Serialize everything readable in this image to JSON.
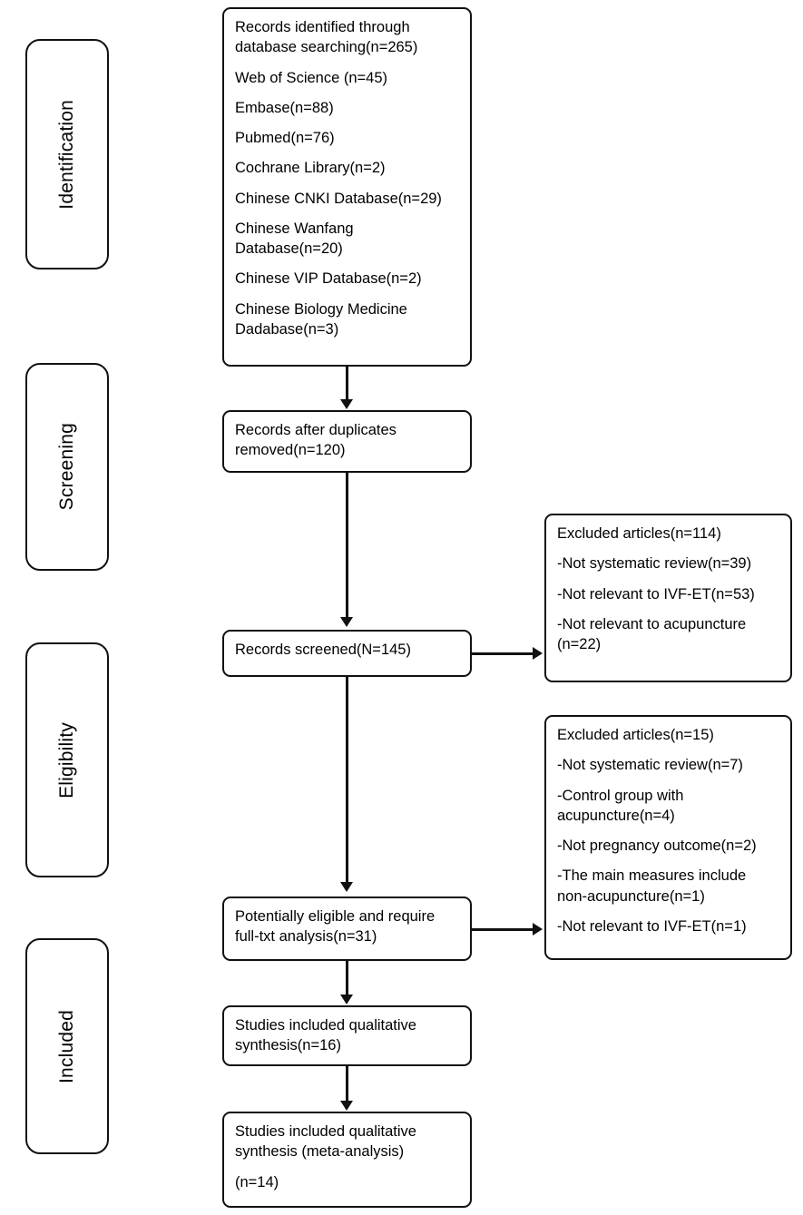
{
  "diagram": {
    "title": "PRISMA study selection flow diagram",
    "line_color": "#111111",
    "background": "#ffffff"
  },
  "phases": [
    {
      "label": "Identification"
    },
    {
      "label": "Screening"
    },
    {
      "label": "Eligibility"
    },
    {
      "label": "Included"
    }
  ],
  "flow_boxes": [
    {
      "id": "identified",
      "lines": [
        "Records identified through\ndatabase searching(n=265)",
        "Web of Science (n=45)",
        "Embase(n=88)",
        "Pubmed(n=76)",
        "Cochrane Library(n=2)",
        "Chinese CNKI Database(n=29)",
        "Chinese Wanfang\nDatabase(n=20)",
        "Chinese VIP Database(n=2)",
        "Chinese Biology Medicine\nDadabase(n=3)"
      ]
    },
    {
      "id": "after-duplicates",
      "lines": [
        "Records after duplicates\nremoved(n=120)"
      ]
    },
    {
      "id": "screened",
      "lines": [
        "Records screened(N=145)"
      ]
    },
    {
      "id": "eligible-fulltext",
      "lines": [
        "Potentially eligible and require\nfull-txt analysis(n=31)"
      ]
    },
    {
      "id": "qualitative-synthesis",
      "lines": [
        "Studies included qualitative\nsynthesis(n=16)"
      ]
    },
    {
      "id": "meta-analysis",
      "lines": [
        "Studies included qualitative\nsynthesis (meta-analysis)",
        "(n=14)"
      ]
    }
  ],
  "excluded_boxes": [
    {
      "id": "excluded-screening",
      "lines": [
        "Excluded articles(n=114)",
        "-Not systematic review(n=39)",
        "-Not relevant to IVF-ET(n=53)",
        "-Not relevant to acupuncture\n(n=22)"
      ]
    },
    {
      "id": "excluded-eligibility",
      "lines": [
        "Excluded articles(n=15)",
        "-Not systematic review(n=7)",
        "-Control group with\nacupuncture(n=4)",
        "-Not pregnancy outcome(n=2)",
        "-The main measures include\nnon-acupuncture(n=1)",
        "-Not relevant to IVF-ET(n=1)"
      ]
    }
  ],
  "chart_data": {
    "type": "table",
    "title": "PRISMA flow counts",
    "stages": [
      {
        "stage": "Records identified through database searching",
        "n": 265
      },
      {
        "stage": "Web of Science",
        "n": 45
      },
      {
        "stage": "Embase",
        "n": 88
      },
      {
        "stage": "Pubmed",
        "n": 76
      },
      {
        "stage": "Cochrane Library",
        "n": 2
      },
      {
        "stage": "Chinese CNKI Database",
        "n": 29
      },
      {
        "stage": "Chinese Wanfang Database",
        "n": 20
      },
      {
        "stage": "Chinese VIP Database",
        "n": 2
      },
      {
        "stage": "Chinese Biology Medicine Dadabase",
        "n": 3
      },
      {
        "stage": "Records after duplicates removed",
        "n": 120
      },
      {
        "stage": "Records screened",
        "n": 145
      },
      {
        "stage": "Excluded articles (screening)",
        "n": 114
      },
      {
        "stage": "Not systematic review (screening)",
        "n": 39
      },
      {
        "stage": "Not relevant to IVF-ET (screening)",
        "n": 53
      },
      {
        "stage": "Not relevant to acupuncture (screening)",
        "n": 22
      },
      {
        "stage": "Potentially eligible and require full-txt analysis",
        "n": 31
      },
      {
        "stage": "Excluded articles (eligibility)",
        "n": 15
      },
      {
        "stage": "Not systematic review (eligibility)",
        "n": 7
      },
      {
        "stage": "Control group with acupuncture",
        "n": 4
      },
      {
        "stage": "Not pregnancy outcome",
        "n": 2
      },
      {
        "stage": "The main measures include non-acupuncture",
        "n": 1
      },
      {
        "stage": "Not relevant to IVF-ET (eligibility)",
        "n": 1
      },
      {
        "stage": "Studies included qualitative synthesis",
        "n": 16
      },
      {
        "stage": "Studies included qualitative synthesis (meta-analysis)",
        "n": 14
      }
    ]
  }
}
